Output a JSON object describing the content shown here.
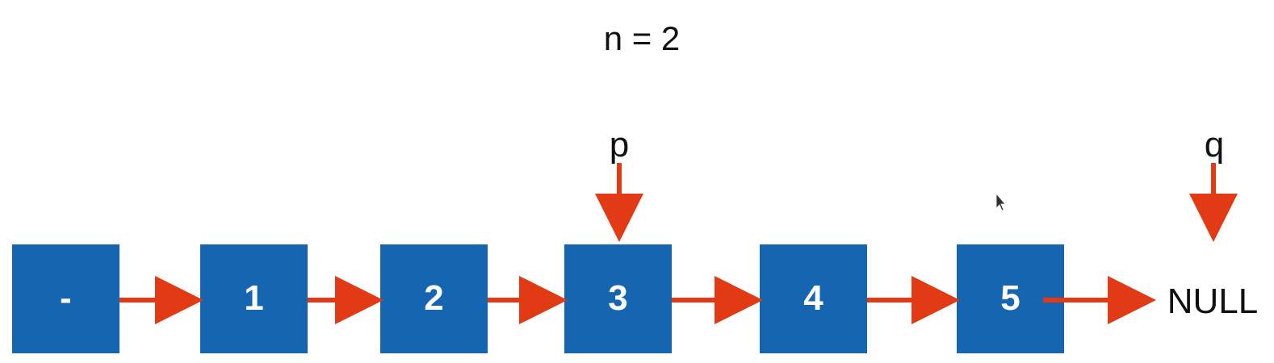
{
  "title": "n = 2",
  "nodes": [
    {
      "label": "-"
    },
    {
      "label": "1"
    },
    {
      "label": "2"
    },
    {
      "label": "3"
    },
    {
      "label": "4"
    },
    {
      "label": "5"
    }
  ],
  "terminal": "NULL",
  "pointers": [
    {
      "label": "p",
      "target": "node-3"
    },
    {
      "label": "q",
      "target": "null"
    }
  ],
  "colors": {
    "node_fill": "#1565B0",
    "arrow": "#E23A14",
    "text": "#111111",
    "node_text": "#ffffff"
  }
}
